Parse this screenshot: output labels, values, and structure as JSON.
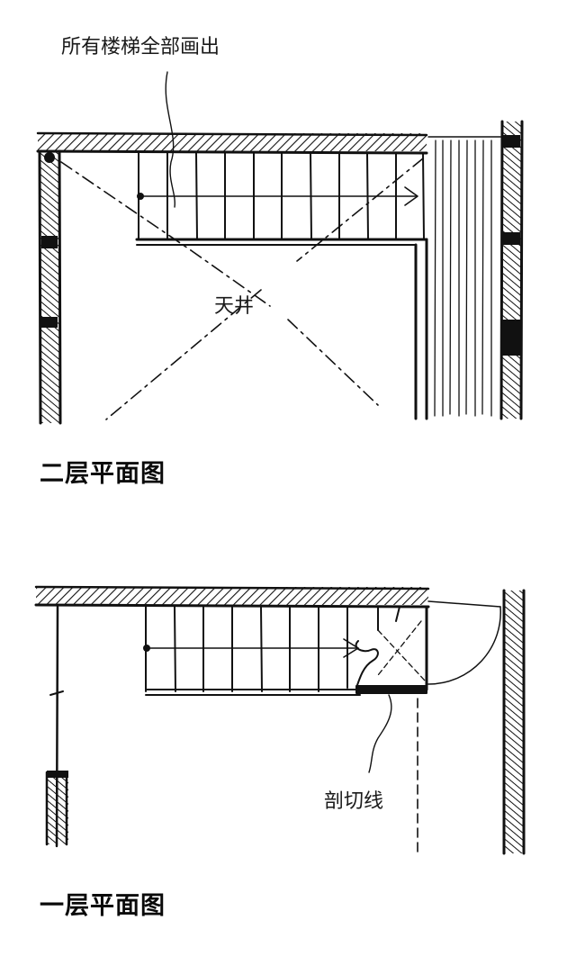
{
  "annotations": {
    "stairs_note": "所有楼梯全部画出",
    "light_well": "天井",
    "section_line": "剖切线"
  },
  "titles": {
    "second_floor": "二层平面图",
    "first_floor": "一层平面图"
  },
  "colors": {
    "ink": "#111111",
    "paper": "#ffffff"
  }
}
